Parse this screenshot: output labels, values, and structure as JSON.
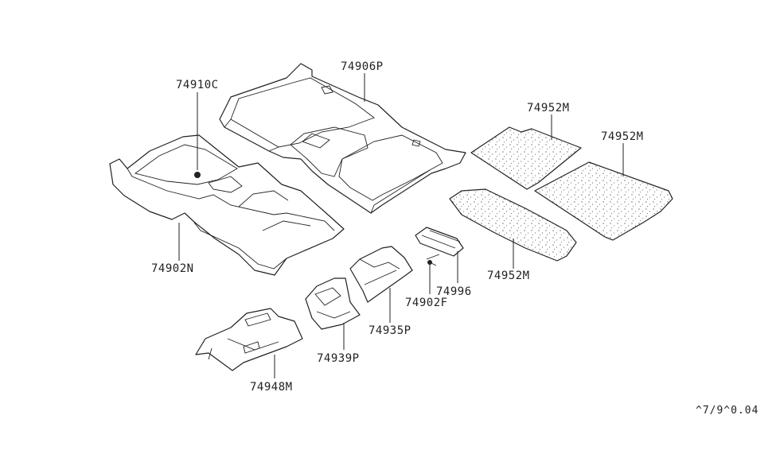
{
  "parts": [
    {
      "id": "p1",
      "label": "74910C"
    },
    {
      "id": "p2",
      "label": "74906P"
    },
    {
      "id": "p3",
      "label": "74952M"
    },
    {
      "id": "p4",
      "label": "74952M"
    },
    {
      "id": "p5",
      "label": "74902N"
    },
    {
      "id": "p6",
      "label": "74996"
    },
    {
      "id": "p7",
      "label": "74952M"
    },
    {
      "id": "p8",
      "label": "74902F"
    },
    {
      "id": "p9",
      "label": "74935P"
    },
    {
      "id": "p10",
      "label": "74939P"
    },
    {
      "id": "p11",
      "label": "74948M"
    }
  ],
  "reference_code": "^7/9^0.04"
}
